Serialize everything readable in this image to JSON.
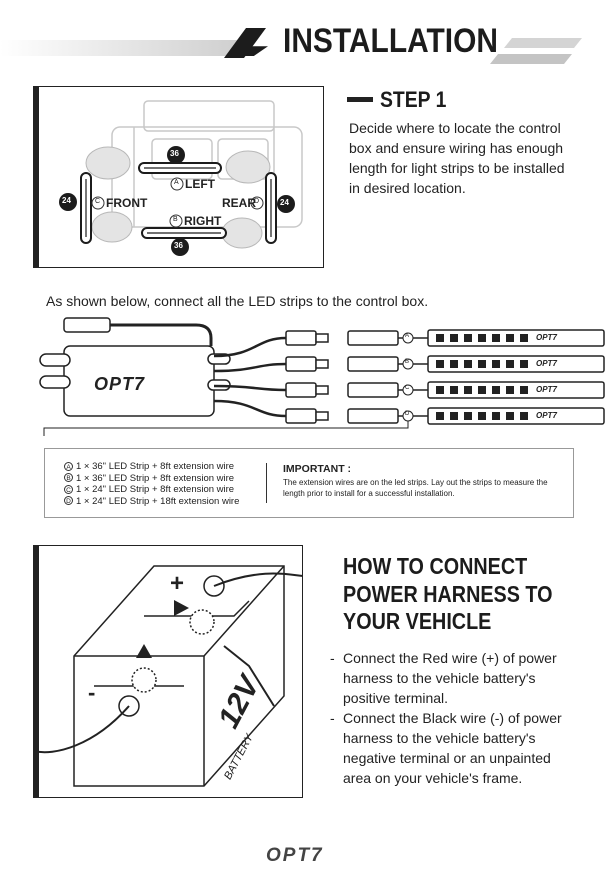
{
  "header": {
    "title": "INSTALLATION"
  },
  "step1": {
    "title": "STEP 1",
    "body": "Decide where to locate the control box and ensure wiring has enough length for light strips to be installed in desired location.",
    "diagram_labels": {
      "left": "LEFT",
      "right": "RIGHT",
      "front": "FRONT",
      "rear": "REAR",
      "a": "A",
      "b": "B",
      "c": "C",
      "d": "D",
      "len36": "36",
      "len24": "24"
    }
  },
  "wiring": {
    "intro": "As shown below, connect all the LED strips to the control box.",
    "controller_logo": "OPT7",
    "strip_logo": "OPT7",
    "ports": [
      "A",
      "B",
      "C",
      "D"
    ],
    "legend": [
      {
        "letter": "A",
        "text": "1 × 36\" LED Strip + 8ft extension wire"
      },
      {
        "letter": "B",
        "text": "1 × 36\" LED Strip + 8ft extension wire"
      },
      {
        "letter": "C",
        "text": "1 × 24\" LED Strip + 8ft extension wire"
      },
      {
        "letter": "D",
        "text": "1 × 24\" LED Strip + 18ft extension wire"
      }
    ],
    "important_title": "IMPORTANT :",
    "important_text": "The extension wires are on the led strips. Lay out the strips to measure the length prior to install for a successful installation."
  },
  "power": {
    "title": "HOW TO CONNECT POWER HARNESS TO YOUR VEHICLE",
    "steps": [
      "Connect the Red wire (+) of power harness to the vehicle battery's positive terminal.",
      "Connect the Black wire (-) of power harness to the vehicle battery's negative terminal or an unpainted area on your vehicle's frame."
    ],
    "battery_label": "12V",
    "battery_sub": "BATTERY",
    "plus": "+",
    "minus": "-"
  },
  "footer": {
    "logo": "OPT7"
  },
  "colors": {
    "ink": "#1c1c1c",
    "gray": "#bdbdbd",
    "light": "#e6e6e6"
  }
}
